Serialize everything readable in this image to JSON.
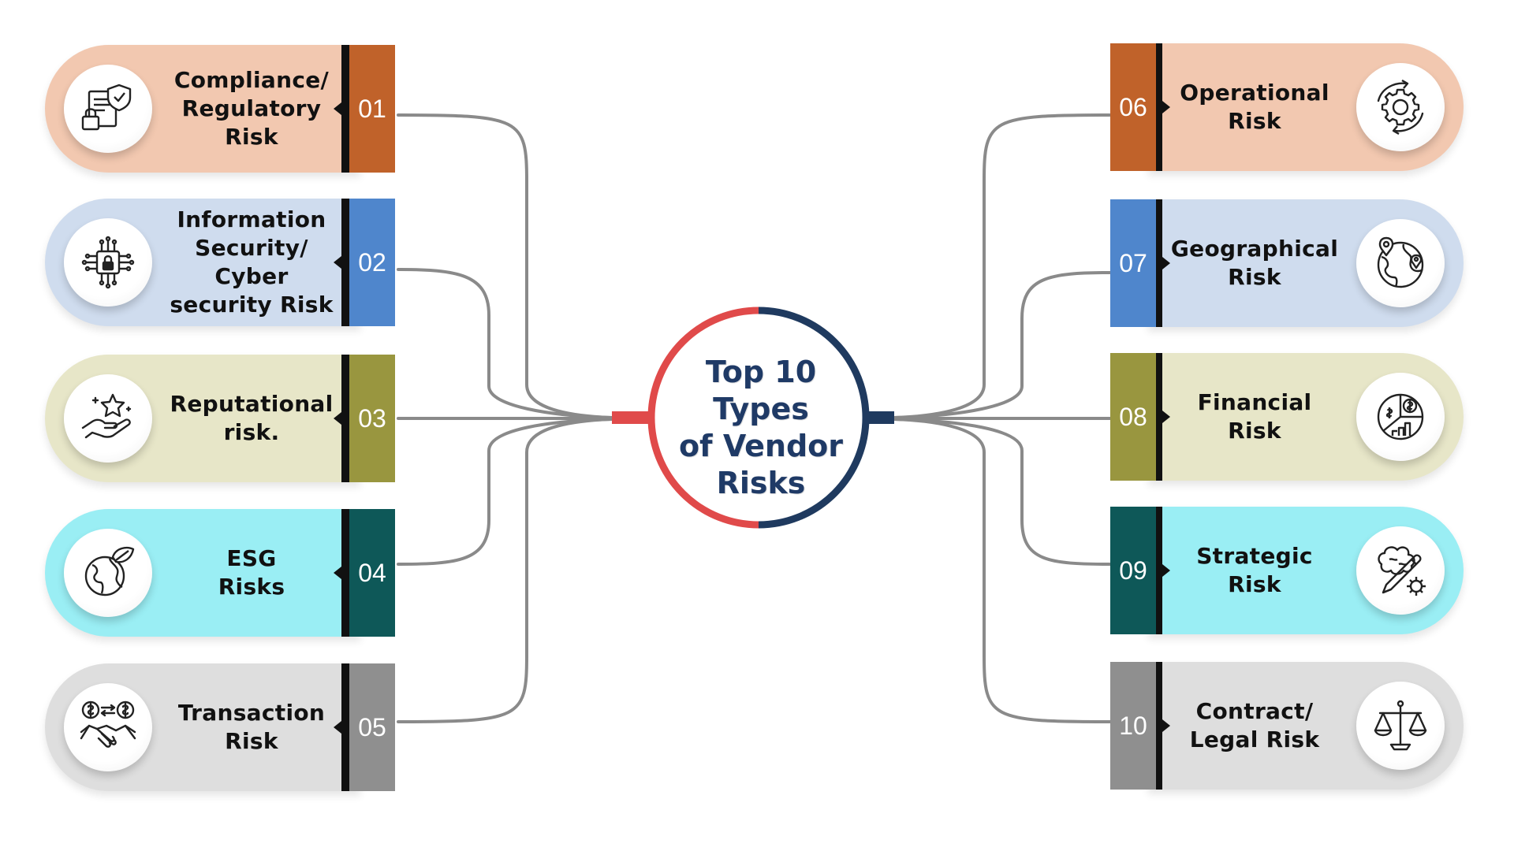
{
  "hub": {
    "title": "Top 10\nTypes\nof Vendor\nRisks",
    "ring_colors": [
      "#e04a4a",
      "#1f3a5f"
    ]
  },
  "connector_color": "#8a8a8a",
  "risks": [
    {
      "number": "01",
      "label": "Compliance/\nRegulatory\nRisk",
      "icon": "compliance-document-lock-icon",
      "pill_color": "#f2c8b0",
      "accent_color": "#c0622a"
    },
    {
      "number": "02",
      "label": "Information\nSecurity/\nCyber\nsecurity Risk",
      "icon": "cyber-chip-lock-icon",
      "pill_color": "#cfdcee",
      "accent_color": "#4f86cc"
    },
    {
      "number": "03",
      "label": "Reputational\nrisk.",
      "icon": "hand-star-icon",
      "pill_color": "#e7e6c8",
      "accent_color": "#99963f"
    },
    {
      "number": "04",
      "label": "ESG\nRisks",
      "icon": "globe-leaf-icon",
      "pill_color": "#9aeef4",
      "accent_color": "#0e5858"
    },
    {
      "number": "05",
      "label": "Transaction\nRisk",
      "icon": "handshake-exchange-icon",
      "pill_color": "#dedede",
      "accent_color": "#8f8f8f"
    },
    {
      "number": "06",
      "label": "Operational\nRisk",
      "icon": "gear-cycle-icon",
      "pill_color": "#f2c8b0",
      "accent_color": "#c0622a"
    },
    {
      "number": "07",
      "label": "Geographical\nRisk",
      "icon": "globe-pin-icon",
      "pill_color": "#cfdcee",
      "accent_color": "#4f86cc"
    },
    {
      "number": "08",
      "label": "Financial\nRisk",
      "icon": "finance-pie-chart-icon",
      "pill_color": "#e7e6c8",
      "accent_color": "#99963f"
    },
    {
      "number": "09",
      "label": "Strategic\nRisk",
      "icon": "strategy-brain-pencil-icon",
      "pill_color": "#9aeef4",
      "accent_color": "#0e5858"
    },
    {
      "number": "10",
      "label": "Contract/\nLegal Risk",
      "icon": "legal-scales-icon",
      "pill_color": "#dedede",
      "accent_color": "#8f8f8f"
    }
  ]
}
